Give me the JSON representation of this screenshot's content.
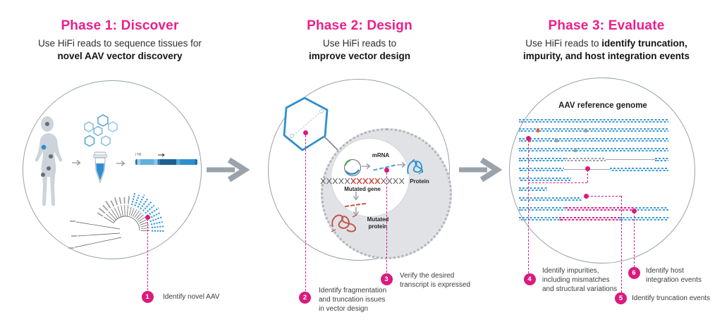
{
  "colors": {
    "accent_pink": "#d81b7e",
    "title_pink": "#ec1e8b",
    "read_blue": "#3e9bd5",
    "read_pink": "#e0218f",
    "read_gray": "#9aa1a9",
    "mark_red": "#e2643e",
    "mark_gray": "#9aa1a9"
  },
  "phases": [
    {
      "title": "Phase 1: Discover",
      "subtitle": {
        "l1r": "Use HiFi reads to sequence tissues for",
        "l1b": "",
        "l2b": "novel AAV vector discovery"
      },
      "vector_map_label": "ITR",
      "callouts": [
        {
          "num": "1",
          "text": "Identify novel AAV"
        }
      ]
    },
    {
      "title": "Phase 2: Design",
      "subtitle": {
        "l1r": "Use HiFi reads to",
        "l1b": "",
        "l2b": "improve vector design"
      },
      "labels": {
        "mrna": "mRNA",
        "protein": "Protein",
        "mutated_gene": "Mutated gene",
        "mutated_protein": "Mutated\nprotein"
      },
      "callouts": [
        {
          "num": "2",
          "text": "Identify fragmentation\nand truncation issues\nin vector design"
        },
        {
          "num": "3",
          "text": "Verify the desired\ntranscript is expressed"
        }
      ]
    },
    {
      "title": "Phase 3: Evaluate",
      "subtitle": {
        "l1r": "Use HiFi reads to ",
        "l1b": "identify truncation,",
        "l2b": "impurity, and host integration events"
      },
      "diagram_title": "AAV reference genome",
      "alignment": {
        "colors": {
          "b": "#3e9bd5",
          "pk": "#e0218f",
          "gy": "#9aa1a9"
        },
        "mark_colors": {
          "rd": "#e2643e",
          "gy": "#9aa1a9"
        },
        "rows": [
          {
            "segs": [
              {
                "k": "r",
                "c": "b",
                "w": 100
              }
            ]
          },
          {
            "segs": [
              {
                "k": "r",
                "c": "b",
                "w": 100
              }
            ],
            "marks": [
              {
                "p": 12,
                "c": "rd"
              },
              {
                "p": 44,
                "c": "gy"
              }
            ]
          },
          {
            "segs": [
              {
                "k": "r",
                "c": "b",
                "w": 100
              }
            ],
            "marks": [
              {
                "p": 6,
                "c": "rd"
              },
              {
                "p": 24,
                "c": "gy"
              }
            ]
          },
          {
            "segs": [
              {
                "k": "r",
                "c": "b",
                "w": 100
              }
            ],
            "marks": [
              {
                "p": 37,
                "c": "gy"
              }
            ]
          },
          {
            "segs": [
              {
                "k": "r",
                "c": "b",
                "w": 31
              },
              {
                "k": "r",
                "c": "gy",
                "w": 27
              },
              {
                "k": "g",
                "c": "gy",
                "w": 33
              },
              {
                "k": "r",
                "c": "b",
                "w": 9
              }
            ]
          },
          {
            "segs": [
              {
                "k": "r",
                "c": "b",
                "w": 30
              },
              {
                "k": "g",
                "c": "gy",
                "w": 31
              },
              {
                "k": "r",
                "c": "b",
                "w": 39
              }
            ]
          },
          {
            "segs": [
              {
                "k": "r",
                "c": "b",
                "w": 35
              }
            ]
          },
          {
            "segs": [
              {
                "k": "r",
                "c": "b",
                "w": 19
              }
            ]
          },
          {
            "segs": [
              {
                "k": "r",
                "c": "b",
                "w": 42
              }
            ]
          },
          {
            "segs": [
              {
                "k": "r",
                "c": "b",
                "w": 31
              },
              {
                "k": "r",
                "c": "pk",
                "w": 47
              },
              {
                "k": "r",
                "c": "b",
                "w": 22
              }
            ]
          },
          {
            "segs": [
              {
                "k": "r",
                "c": "b",
                "w": 27
              },
              {
                "k": "r",
                "c": "pk",
                "w": 40
              },
              {
                "k": "r",
                "c": "b",
                "w": 33
              }
            ]
          }
        ]
      },
      "callouts": [
        {
          "num": "4",
          "text": "Identify impurities,\nincluding mismatches\nand structural variations"
        },
        {
          "num": "5",
          "text": "Identify truncation events"
        },
        {
          "num": "6",
          "text": "Identify host\nintegration events"
        }
      ]
    }
  ]
}
